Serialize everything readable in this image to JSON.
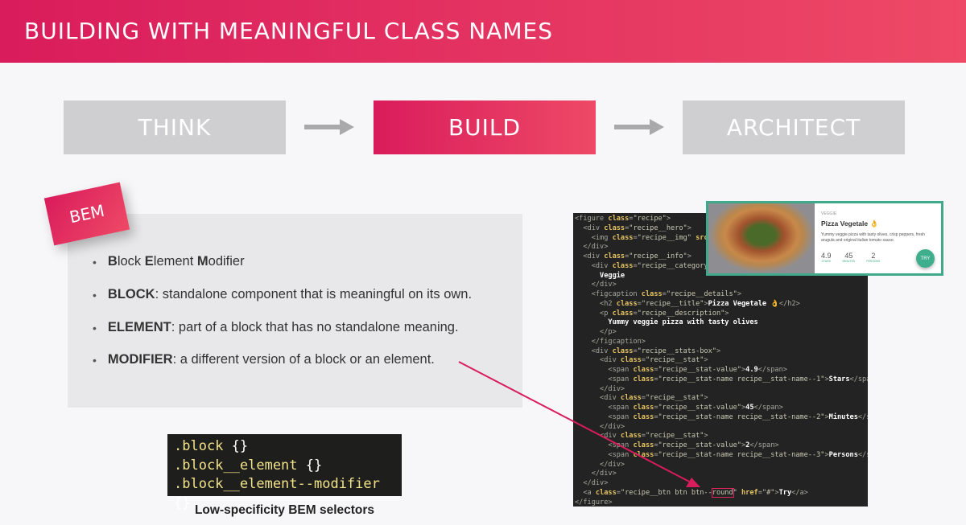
{
  "header": {
    "title": "Building with meaningful class names"
  },
  "steps": [
    {
      "label": "THINK"
    },
    {
      "label": "BUILD"
    },
    {
      "label": "ARCHITECT"
    }
  ],
  "bem_tag": "BEM",
  "bullets": [
    {
      "parts": [
        [
          "B",
          "b"
        ],
        [
          "lock ",
          ""
        ],
        [
          "E",
          "b"
        ],
        [
          "lement ",
          ""
        ],
        [
          "M",
          "b"
        ],
        [
          "odifier",
          ""
        ]
      ]
    },
    {
      "parts": [
        [
          "BLOCK",
          "b"
        ],
        [
          ": standalone component that is meaningful on its own.",
          ""
        ]
      ]
    },
    {
      "parts": [
        [
          "ELEMENT",
          "b"
        ],
        [
          ": part of a block that has no standalone meaning.",
          ""
        ]
      ]
    },
    {
      "parts": [
        [
          "MODIFIER",
          "b"
        ],
        [
          ": a different version of a block or an element.",
          ""
        ]
      ]
    }
  ],
  "snippet": {
    "lines": [
      [
        ".block",
        " {}"
      ],
      [
        ".block__element",
        " {}"
      ],
      [
        ".block__element--modifier",
        " {}"
      ]
    ],
    "caption": "Low-specificity BEM selectors"
  },
  "code_lines": [
    [
      [
        "t",
        "<figure "
      ],
      [
        "a",
        "class"
      ],
      [
        "t",
        "="
      ],
      [
        "s",
        "\"recipe\""
      ],
      [
        "t",
        ">"
      ]
    ],
    [
      [
        "t",
        "  <div "
      ],
      [
        "a",
        "class"
      ],
      [
        "t",
        "="
      ],
      [
        "s",
        "\"recipe__hero\""
      ],
      [
        "t",
        ">"
      ]
    ],
    [
      [
        "t",
        "    <img "
      ],
      [
        "a",
        "class"
      ],
      [
        "t",
        "="
      ],
      [
        "s",
        "\"recipe__img\" "
      ],
      [
        "a",
        "src"
      ],
      [
        "t",
        "=\""
      ]
    ],
    [
      [
        "t",
        "  </div>"
      ]
    ],
    [
      [
        "t",
        "  <div "
      ],
      [
        "a",
        "class"
      ],
      [
        "t",
        "="
      ],
      [
        "s",
        "\"recipe__info\""
      ],
      [
        "t",
        ">"
      ]
    ],
    [
      [
        "t",
        "    <div "
      ],
      [
        "a",
        "class"
      ],
      [
        "t",
        "="
      ],
      [
        "s",
        "\"recipe__category\""
      ],
      [
        "t",
        ">"
      ]
    ],
    [
      [
        "x",
        "      Veggie"
      ]
    ],
    [
      [
        "t",
        "    </div>"
      ]
    ],
    [
      [
        "t",
        "    <figcaption "
      ],
      [
        "a",
        "class"
      ],
      [
        "t",
        "="
      ],
      [
        "s",
        "\"recipe__details\""
      ],
      [
        "t",
        ">"
      ]
    ],
    [
      [
        "t",
        "      <h2 "
      ],
      [
        "a",
        "class"
      ],
      [
        "t",
        "="
      ],
      [
        "s",
        "\"recipe__title\""
      ],
      [
        "t",
        ">"
      ],
      [
        "x",
        "Pizza Vegetale 👌"
      ],
      [
        "t",
        "</h2>"
      ]
    ],
    [
      [
        "t",
        "      <p "
      ],
      [
        "a",
        "class"
      ],
      [
        "t",
        "="
      ],
      [
        "s",
        "\"recipe__description\""
      ],
      [
        "t",
        ">"
      ]
    ],
    [
      [
        "x",
        "        Yummy veggie pizza with tasty olives"
      ]
    ],
    [
      [
        "t",
        "      </p>"
      ]
    ],
    [
      [
        "t",
        "    </figcaption>"
      ]
    ],
    [
      [
        "t",
        "    <div "
      ],
      [
        "a",
        "class"
      ],
      [
        "t",
        "="
      ],
      [
        "s",
        "\"recipe__stats-box\""
      ],
      [
        "t",
        ">"
      ]
    ],
    [
      [
        "t",
        "      <div "
      ],
      [
        "a",
        "class"
      ],
      [
        "t",
        "="
      ],
      [
        "s",
        "\"recipe__stat\""
      ],
      [
        "t",
        ">"
      ]
    ],
    [
      [
        "t",
        "        <span "
      ],
      [
        "a",
        "class"
      ],
      [
        "t",
        "="
      ],
      [
        "s",
        "\"recipe__stat-value\""
      ],
      [
        "t",
        ">"
      ],
      [
        "x",
        "4.9"
      ],
      [
        "t",
        "</span>"
      ]
    ],
    [
      [
        "t",
        "        <span "
      ],
      [
        "a",
        "class"
      ],
      [
        "t",
        "="
      ],
      [
        "s",
        "\"recipe__stat-name recipe__stat-name--1\""
      ],
      [
        "t",
        ">"
      ],
      [
        "x",
        "Stars"
      ],
      [
        "t",
        "</span>"
      ]
    ],
    [
      [
        "t",
        "      </div>"
      ]
    ],
    [
      [
        "t",
        "      <div "
      ],
      [
        "a",
        "class"
      ],
      [
        "t",
        "="
      ],
      [
        "s",
        "\"recipe__stat\""
      ],
      [
        "t",
        ">"
      ]
    ],
    [
      [
        "t",
        "        <span "
      ],
      [
        "a",
        "class"
      ],
      [
        "t",
        "="
      ],
      [
        "s",
        "\"recipe__stat-value\""
      ],
      [
        "t",
        ">"
      ],
      [
        "x",
        "45"
      ],
      [
        "t",
        "</span>"
      ]
    ],
    [
      [
        "t",
        "        <span "
      ],
      [
        "a",
        "class"
      ],
      [
        "t",
        "="
      ],
      [
        "s",
        "\"recipe__stat-name recipe__stat-name--2\""
      ],
      [
        "t",
        ">"
      ],
      [
        "x",
        "Minutes"
      ],
      [
        "t",
        "</span>"
      ]
    ],
    [
      [
        "t",
        "      </div>"
      ]
    ],
    [
      [
        "t",
        "      <div "
      ],
      [
        "a",
        "class"
      ],
      [
        "t",
        "="
      ],
      [
        "s",
        "\"recipe__stat\""
      ],
      [
        "t",
        ">"
      ]
    ],
    [
      [
        "t",
        "        <span "
      ],
      [
        "a",
        "class"
      ],
      [
        "t",
        "="
      ],
      [
        "s",
        "\"recipe__stat-value\""
      ],
      [
        "t",
        ">"
      ],
      [
        "x",
        "2"
      ],
      [
        "t",
        "</span>"
      ]
    ],
    [
      [
        "t",
        "        <span "
      ],
      [
        "a",
        "class"
      ],
      [
        "t",
        "="
      ],
      [
        "s",
        "\"recipe__stat-name recipe__stat-name--3\""
      ],
      [
        "t",
        ">"
      ],
      [
        "x",
        "Persons"
      ],
      [
        "t",
        "</span>"
      ]
    ],
    [
      [
        "t",
        "      </div>"
      ]
    ],
    [
      [
        "t",
        "    </div>"
      ]
    ],
    [
      [
        "t",
        "  </div>"
      ]
    ],
    [
      [
        "t",
        "  <a "
      ],
      [
        "a",
        "class"
      ],
      [
        "t",
        "="
      ],
      [
        "s",
        "\"recipe__btn btn btn--"
      ],
      [
        "h",
        "round"
      ],
      [
        "s",
        "\" "
      ],
      [
        "a",
        "href"
      ],
      [
        "t",
        "="
      ],
      [
        "s",
        "\"#\""
      ],
      [
        "t",
        ">"
      ],
      [
        "x",
        "Try"
      ],
      [
        "t",
        "</a>"
      ]
    ],
    [
      [
        "t",
        "</figure>"
      ]
    ]
  ],
  "card": {
    "category": "Veggie",
    "title": "Pizza Vegetale 👌",
    "description": "Yummy veggie pizza with tasty olives, crisp peppers, fresh arugula and original italian tomato sauce.",
    "stats": [
      {
        "value": "4.9",
        "name": "Stars"
      },
      {
        "value": "45",
        "name": "Minutes"
      },
      {
        "value": "2",
        "name": "Persons"
      }
    ],
    "button": "TRY"
  },
  "colors": {
    "accent": "#e0245e",
    "teal": "#3fa98a",
    "code_bg": "#232323"
  }
}
